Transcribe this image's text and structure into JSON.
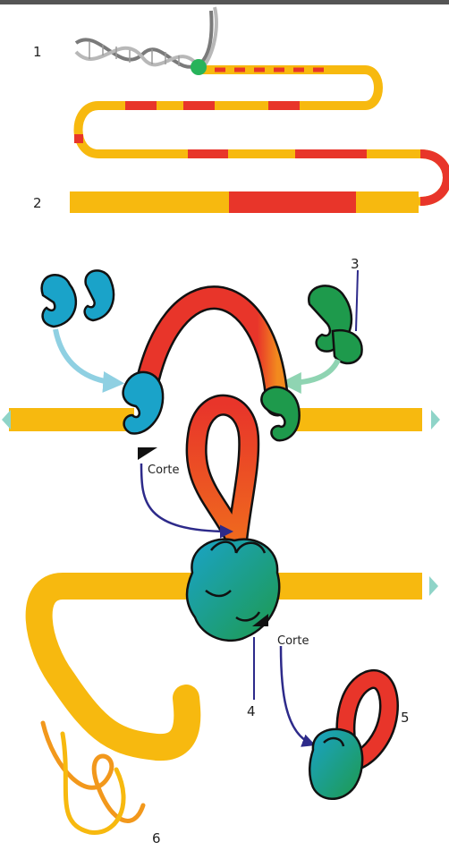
{
  "labels": {
    "step1": "1",
    "step2": "2",
    "step3": "3",
    "step4": "4",
    "step5": "5",
    "step6": "6"
  },
  "cut_labels": {
    "upper": "Corte",
    "lower": "Corte"
  },
  "colors": {
    "exon": "#f7b90f",
    "intron": "#e8352a",
    "snrnp_blue": "#1aa3c9",
    "snrnp_green": "#1e9a4c",
    "arrow_blue": "#2d2a8a",
    "dna": "#7a7a7a",
    "polymerase": "#27b35a"
  }
}
